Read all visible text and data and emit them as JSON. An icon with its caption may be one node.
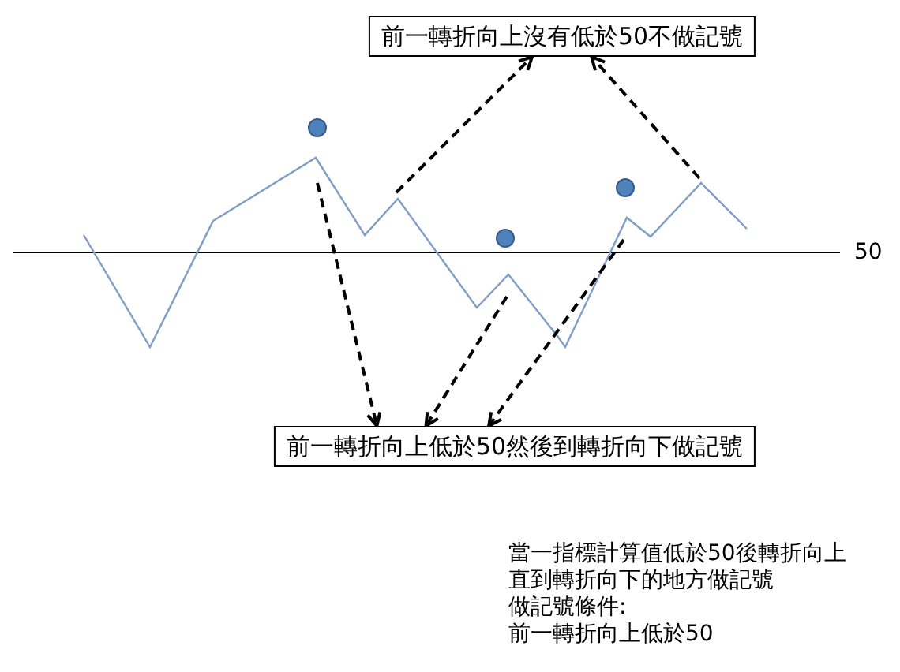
{
  "diagram": {
    "nodes": [
      {
        "text": [
          "前一轉折向上沒有低於50不做記號"
        ]
      },
      {
        "text": [
          "前一轉折向上低於50然後到轉折向下做記號"
        ]
      }
    ],
    "edges": [
      {
        "from": null,
        "to": 0,
        "arrow": "to",
        "style": "dashed"
      },
      {
        "from": null,
        "to": 0,
        "arrow": "to",
        "style": "dashed"
      },
      {
        "from": null,
        "to": 1,
        "arrow": "to",
        "style": "dashed"
      },
      {
        "from": null,
        "to": 1,
        "arrow": "to",
        "style": "dashed"
      },
      {
        "from": null,
        "to": 1,
        "arrow": "to",
        "style": "dashed"
      }
    ],
    "labels": [
      "50",
      "當一指標計算值低於50後轉折向上直到轉折向下的地方做記號",
      "做記號條件:",
      "前一轉折向上低於50"
    ]
  }
}
